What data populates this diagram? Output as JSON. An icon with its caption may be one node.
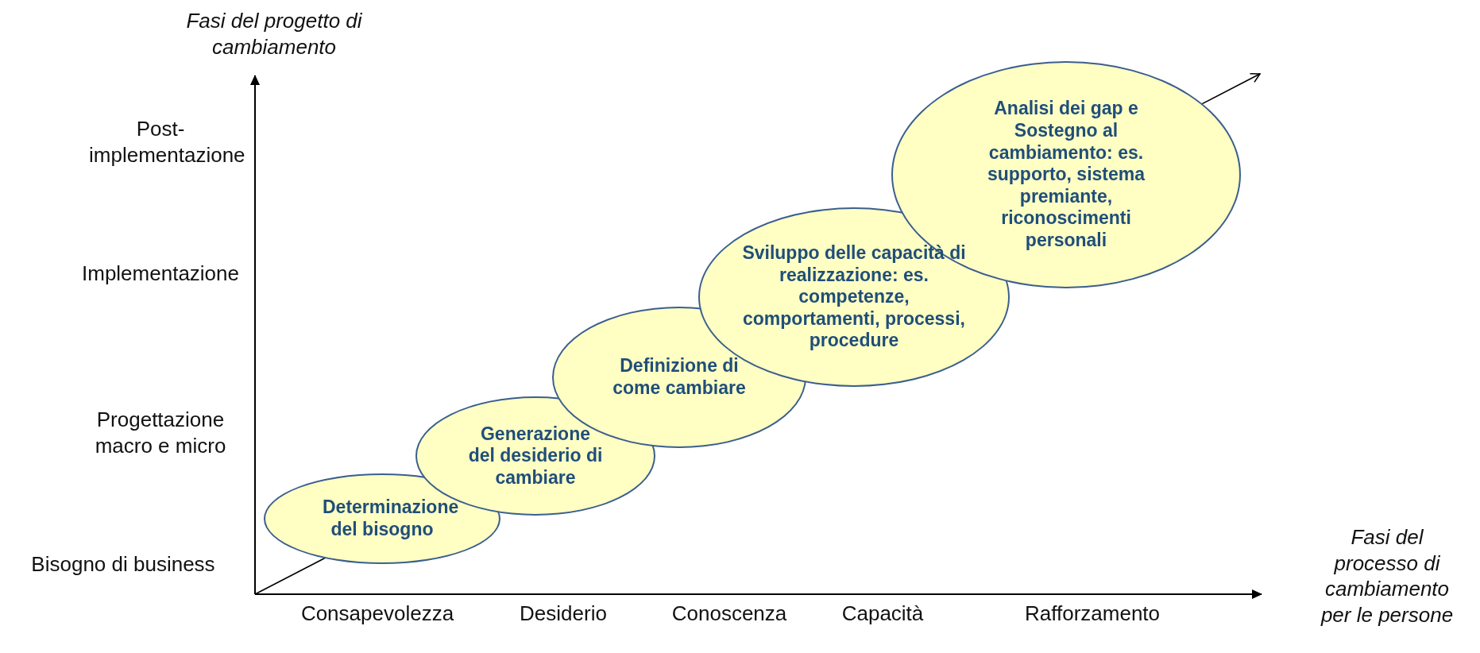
{
  "diagram": {
    "nodes": [
      {
        "text": [
          "Determinazione del bisogno"
        ]
      },
      {
        "text": [
          "Generazione del desiderio di cambiare"
        ]
      },
      {
        "text": [
          "Definizione di come cambiare"
        ]
      },
      {
        "text": [
          "Sviluppo delle capacità di realizzazione: es. competenze, comportamenti, processi, procedure"
        ]
      },
      {
        "text": [
          "Analisi dei gap e Sostegno al cambiamento: es. supporto, sistema premiante, riconoscimenti personali"
        ]
      }
    ],
    "edges": [
      {
        "from": null,
        "to": 0,
        "arrow": "none"
      },
      {
        "from": 4,
        "to": null,
        "arrow": "to"
      }
    ],
    "labels": [
      "Fasi del progetto di cambiamento",
      "Post- implementazione",
      "Implementazione",
      "Progettazione macro e micro",
      "Bisogno di business",
      "Fasi del processo di cambiamento per le persone",
      "Consapevolezza",
      "Desiderio",
      "Conoscenza",
      "Capacità",
      "Rafforzamento"
    ]
  }
}
